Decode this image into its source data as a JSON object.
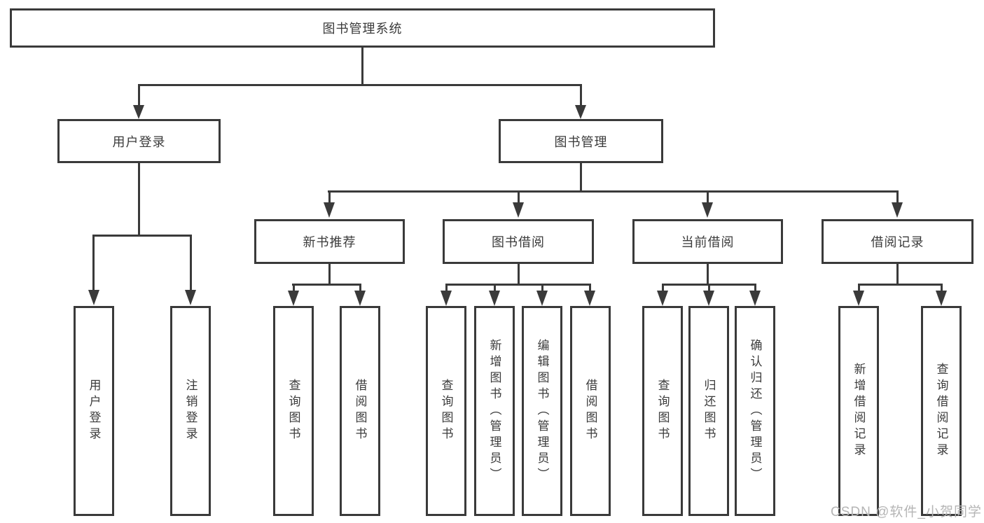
{
  "tree": {
    "label": "图书管理系统",
    "children": [
      {
        "label": "用户登录",
        "children": [
          {
            "label": "用户登录"
          },
          {
            "label": "注销登录"
          }
        ]
      },
      {
        "label": "图书管理",
        "children": [
          {
            "label": "新书推荐",
            "children": [
              {
                "label": "查询图书"
              },
              {
                "label": "借阅图书"
              }
            ]
          },
          {
            "label": "图书借阅",
            "children": [
              {
                "label": "查询图书"
              },
              {
                "label": "新增图书（管理员）"
              },
              {
                "label": "编辑图书（管理员）"
              },
              {
                "label": "借阅图书"
              }
            ]
          },
          {
            "label": "当前借阅",
            "children": [
              {
                "label": "查询图书"
              },
              {
                "label": "归还图书"
              },
              {
                "label": "确认归还（管理员）"
              }
            ]
          },
          {
            "label": "借阅记录",
            "children": [
              {
                "label": "新增借阅记录"
              },
              {
                "label": "查询借阅记录"
              }
            ]
          }
        ]
      }
    ]
  },
  "watermark": {
    "text": "CSDN @软件_小贺同学"
  },
  "colors": {
    "line": "#3a3a3a",
    "text": "#3b3b3b",
    "background": "#ffffff",
    "watermark": "#b5b5b5"
  }
}
